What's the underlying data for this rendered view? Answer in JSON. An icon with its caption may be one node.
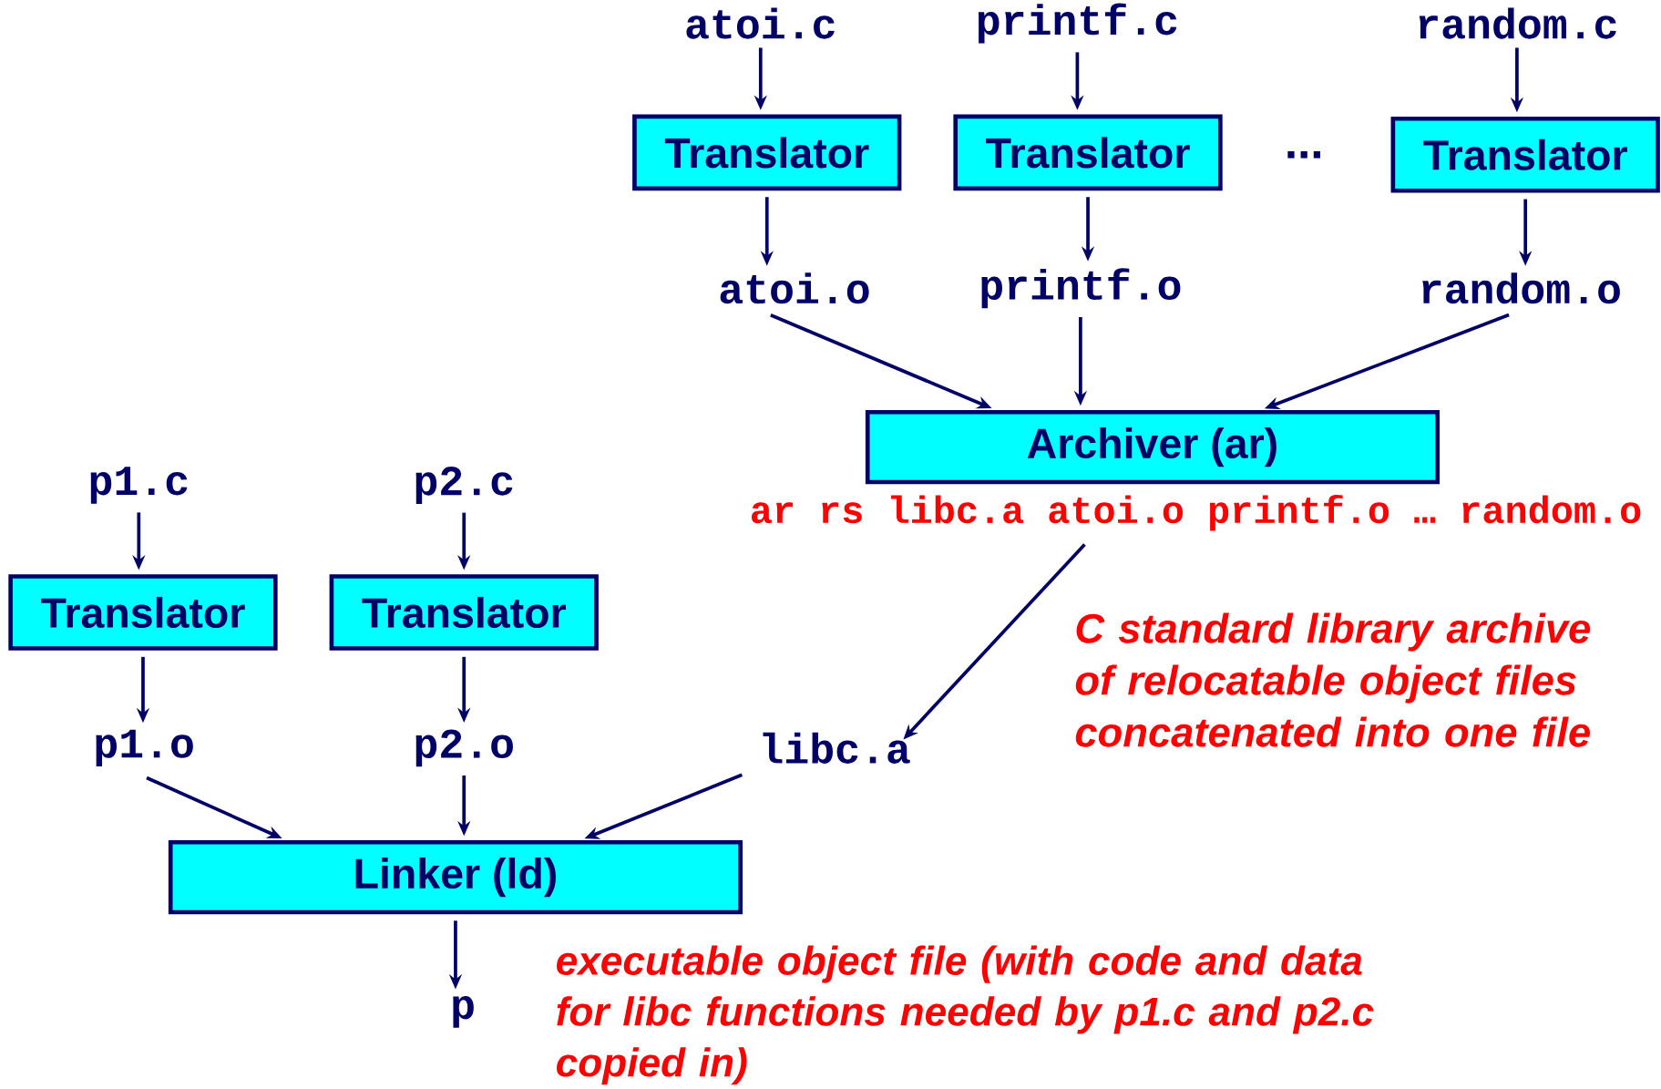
{
  "diagram": {
    "nodes": [
      {
        "text": [
          "atoi.c"
        ]
      },
      {
        "text": [
          "printf.c"
        ]
      },
      {
        "text": [
          "random.c"
        ]
      },
      {
        "text": [
          "Translator"
        ]
      },
      {
        "text": [
          "Translator"
        ]
      },
      {
        "text": [
          "Translator"
        ]
      },
      {
        "text": [
          "atoi.o"
        ]
      },
      {
        "text": [
          "printf.o"
        ]
      },
      {
        "text": [
          "random.o"
        ]
      },
      {
        "text": [
          "Archiver (ar)"
        ]
      },
      {
        "text": [
          "ar rs libc.a atoi.o printf.o … random.o"
        ]
      },
      {
        "text": [
          "p1.c"
        ]
      },
      {
        "text": [
          "p2.c"
        ]
      },
      {
        "text": [
          "Translator"
        ]
      },
      {
        "text": [
          "Translator"
        ]
      },
      {
        "text": [
          "p1.o"
        ]
      },
      {
        "text": [
          "p2.o"
        ]
      },
      {
        "text": [
          "libc.a"
        ]
      },
      {
        "text": [
          "Linker (ld)"
        ]
      },
      {
        "text": [
          "p"
        ]
      }
    ],
    "edges": [
      {
        "from": 0,
        "to": 3,
        "arrow": "to"
      },
      {
        "from": 1,
        "to": 4,
        "arrow": "to"
      },
      {
        "from": 2,
        "to": 5,
        "arrow": "to"
      },
      {
        "from": 3,
        "to": 6,
        "arrow": "to"
      },
      {
        "from": 4,
        "to": 7,
        "arrow": "to"
      },
      {
        "from": 5,
        "to": 8,
        "arrow": "to"
      },
      {
        "from": 6,
        "to": 9,
        "arrow": "to"
      },
      {
        "from": 7,
        "to": 9,
        "arrow": "to"
      },
      {
        "from": 8,
        "to": 9,
        "arrow": "to"
      },
      {
        "from": 10,
        "to": 17,
        "arrow": "to"
      },
      {
        "from": 11,
        "to": 13,
        "arrow": "to"
      },
      {
        "from": 12,
        "to": 14,
        "arrow": "to"
      },
      {
        "from": 13,
        "to": 15,
        "arrow": "to"
      },
      {
        "from": 14,
        "to": 16,
        "arrow": "to"
      },
      {
        "from": 15,
        "to": 18,
        "arrow": "to"
      },
      {
        "from": 16,
        "to": 18,
        "arrow": "to"
      },
      {
        "from": 17,
        "to": 18,
        "arrow": "to"
      },
      {
        "from": 18,
        "to": 19,
        "arrow": "to"
      }
    ],
    "labels": [
      "...",
      "C standard library archive of relocatable object files concatenated into one file",
      "executable object file (with code and data for libc functions needed by p1.c and p2.c copied in)"
    ]
  }
}
